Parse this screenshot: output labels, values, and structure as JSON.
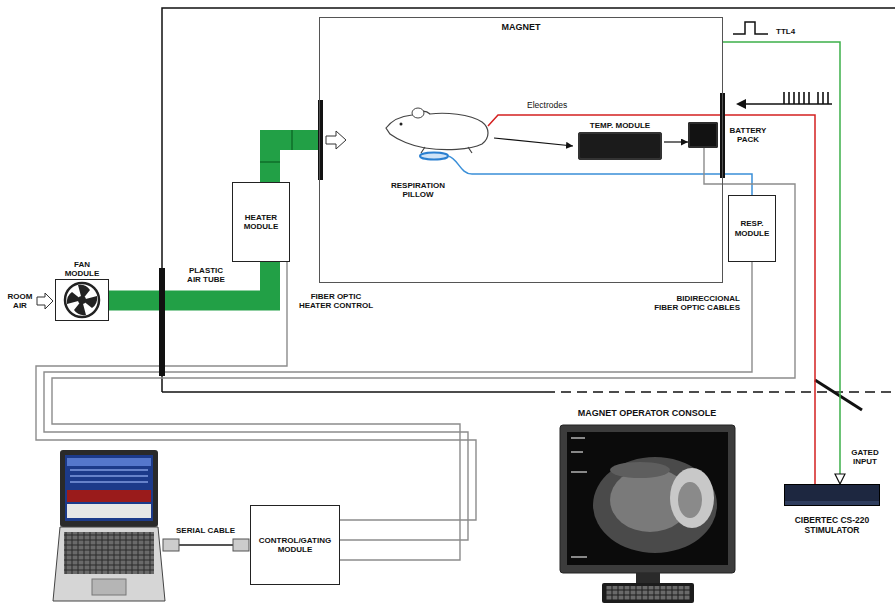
{
  "diagram": {
    "nodes": [
      {
        "text": [
          "MAGNET"
        ]
      },
      {
        "text": [
          "FAN MODULE"
        ]
      },
      {
        "text": [
          "HEATER MODULE"
        ]
      },
      {
        "text": [
          "TEMP. MODULE"
        ],
        "in": 0
      },
      {
        "text": [
          "BATTERY PACK"
        ]
      },
      {
        "text": [
          "RESP. MODULE"
        ]
      },
      {
        "text": [
          "CONTROL/GATING MODULE"
        ]
      },
      {
        "text": [
          "CIBERTEC CS-220 STIMULATOR"
        ]
      }
    ],
    "edges": [
      {
        "from": 1,
        "to": 2,
        "arrow": "none"
      },
      {
        "from": 2,
        "to": 6,
        "arrow": "none"
      },
      {
        "from": 4,
        "to": 6,
        "arrow": "none"
      },
      {
        "from": 5,
        "to": 6,
        "arrow": "none"
      },
      {
        "from": 3,
        "to": 4,
        "arrow": "to"
      },
      {
        "from": 0,
        "to": 7,
        "arrow": "to"
      }
    ],
    "labels": [
      "TTL4",
      "Electrodes",
      "RESPIRATION PILLOW",
      "ROOM AIR",
      "PLASTIC AIR TUBE",
      "FIBER OPTIC HEATER CONTROL",
      "BIDIRECCIONAL FIBER OPTIC CABLES",
      "SERIAL CABLE",
      "MAGNET OPERATOR CONSOLE",
      "GATED INPUT"
    ]
  }
}
